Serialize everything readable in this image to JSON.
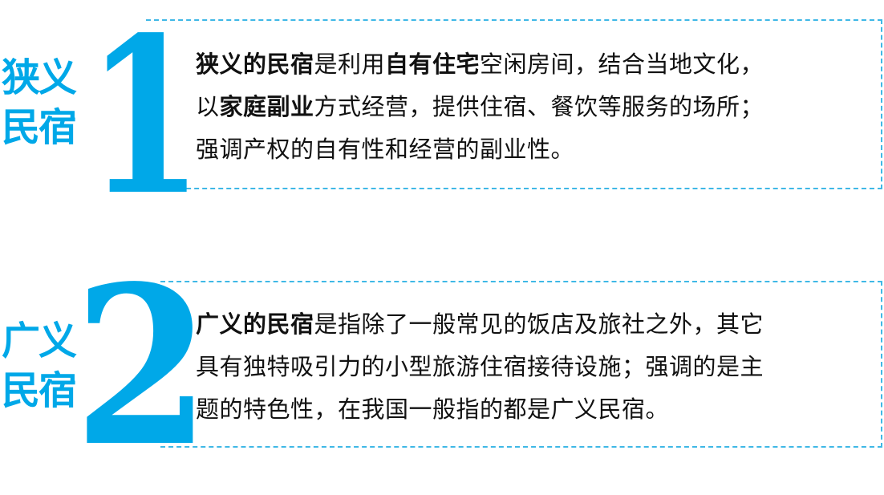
{
  "colors": {
    "accent": "#00a8e8",
    "dash": "#3fb8e6",
    "text": "#111111"
  },
  "sections": [
    {
      "number": "1",
      "side_label": [
        "狭义",
        "民宿"
      ],
      "lines": [
        [
          {
            "text": "狭义的民宿",
            "bold": true
          },
          {
            "text": "是利用",
            "bold": false
          },
          {
            "text": "自有住宅",
            "bold": true
          },
          {
            "text": "空闲房间，结合当地文化，",
            "bold": false
          }
        ],
        [
          {
            "text": "以",
            "bold": false
          },
          {
            "text": "家庭副业",
            "bold": true
          },
          {
            "text": "方式经营，提供住宿、餐饮等服务的场所；",
            "bold": false
          }
        ],
        [
          {
            "text": "强调产权的自有性和经营的副业性。",
            "bold": false
          }
        ]
      ]
    },
    {
      "number": "2",
      "side_label": [
        "广义",
        "民宿"
      ],
      "lines": [
        [
          {
            "text": "广义的民宿",
            "bold": true
          },
          {
            "text": "是指除了一般常见的饭店及旅社之外，其它",
            "bold": false
          }
        ],
        [
          {
            "text": "具有独特吸引力的小型旅游住宿接待设施；强调的是主",
            "bold": false
          }
        ],
        [
          {
            "text": "题的特色性，在我国一般指的都是广义民宿。",
            "bold": false
          }
        ]
      ]
    }
  ]
}
